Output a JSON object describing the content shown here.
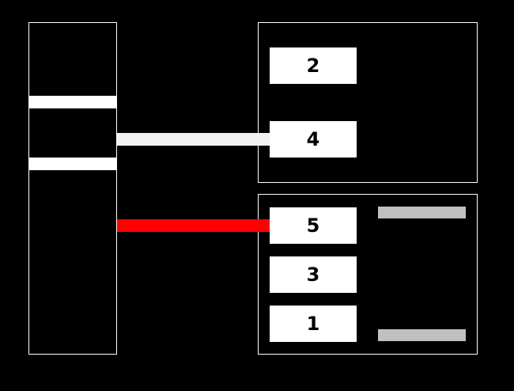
{
  "colors": {
    "background": "#000000",
    "outline": "#ffffff",
    "box_fill": "#ffffff",
    "box_text": "#000000",
    "connector_light": "#f2f2f2",
    "connector_active": "#ff0000",
    "indicator": "#c0c0c0"
  },
  "top_panel": {
    "boxes": [
      {
        "label": "2"
      },
      {
        "label": "4"
      }
    ]
  },
  "bottom_panel": {
    "boxes": [
      {
        "label": "5"
      },
      {
        "label": "3"
      },
      {
        "label": "1"
      }
    ]
  }
}
